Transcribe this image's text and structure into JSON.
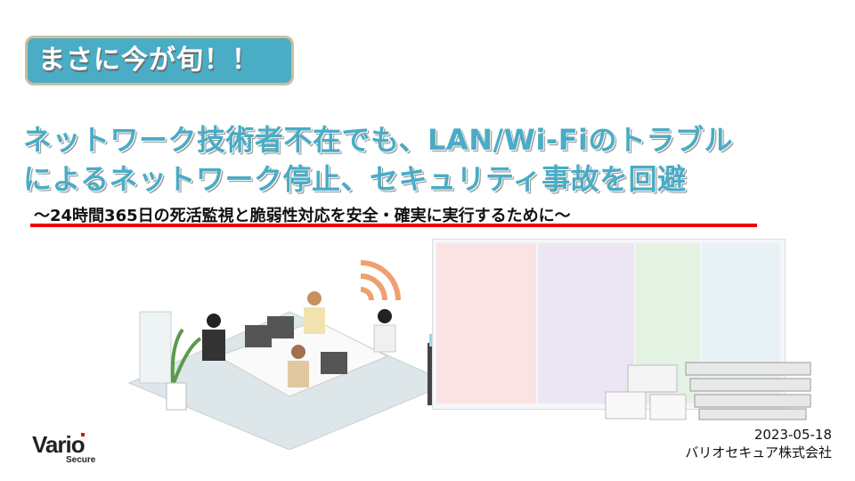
{
  "badge": "まさに今が旬！！",
  "title": {
    "line1": "ネットワーク技術者不在でも、LAN/Wi-Fiのトラブル",
    "line2": "によるネットワーク停止、セキュリティ事故を回避"
  },
  "subtitle": "～24時間365日の死活監視と脆弱性対応を安全・確実に実行するために～",
  "logo": {
    "name": "Vario",
    "sub": "Secure"
  },
  "date": "2023-05-18",
  "company": "バリオセキュア株式会社",
  "colors": {
    "accent": "#4aacc5",
    "underline": "#ee0000"
  }
}
